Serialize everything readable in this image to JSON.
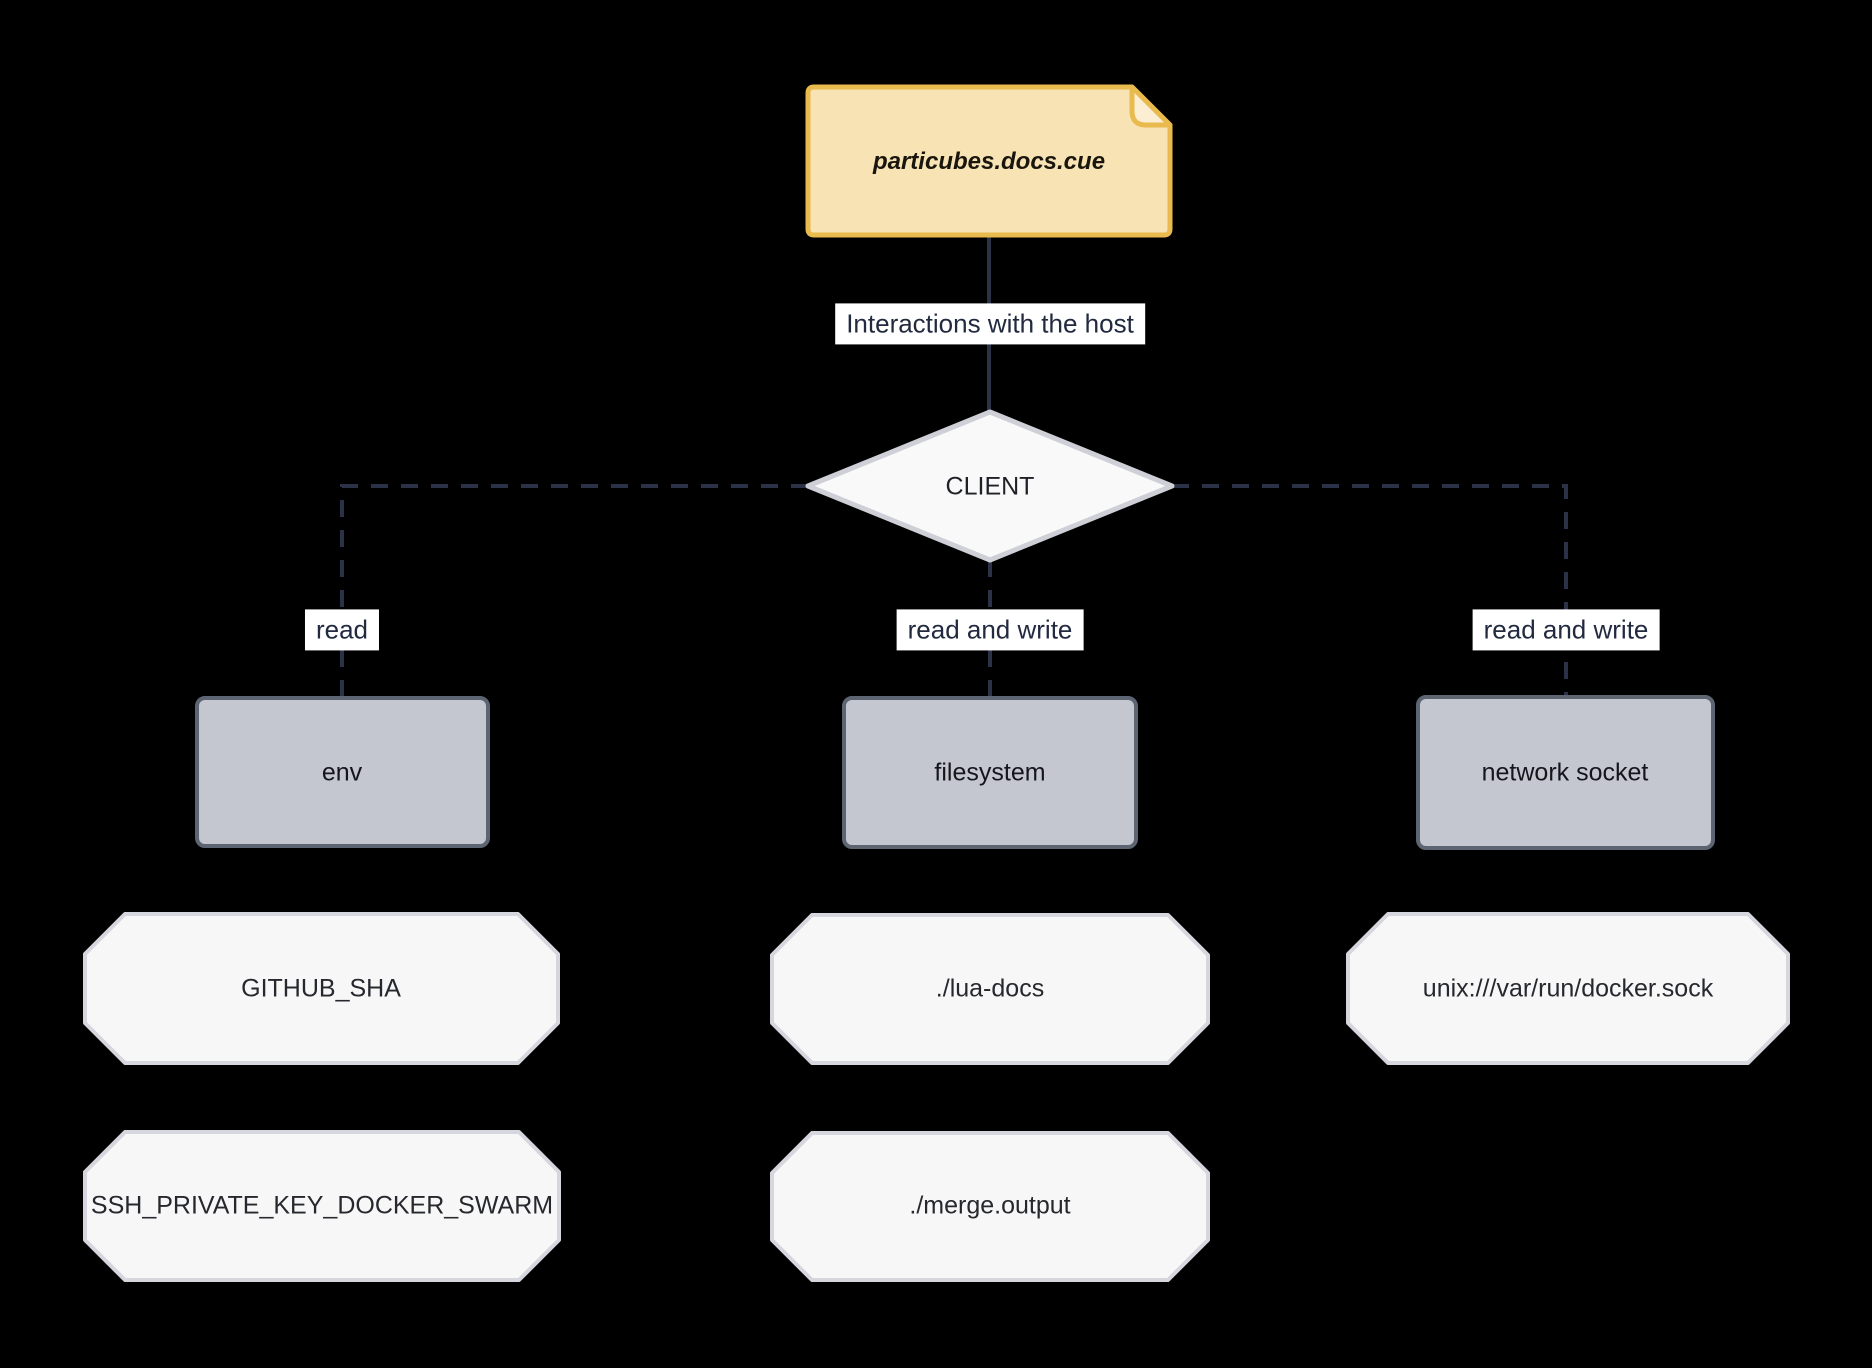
{
  "nodes": {
    "note": "particubes.docs.cue",
    "client": "CLIENT",
    "env": "env",
    "filesystem": "filesystem",
    "network_socket": "network socket",
    "github_sha": "GITHUB_SHA",
    "ssh_key": "SSH_PRIVATE_KEY_DOCKER_SWARM",
    "lua_docs": "./lua-docs",
    "merge_output": "./merge.output",
    "docker_sock": "unix:///var/run/docker.sock"
  },
  "edges": {
    "host_interactions": "Interactions with the host",
    "env_access": "read",
    "fs_access": "read and write",
    "net_access": "read and write"
  },
  "colors": {
    "background": "#000000",
    "edge_line": "#2B3247",
    "edge_label_bg": "#FFFFFF",
    "edge_label_text": "#222A40",
    "note_fill": "#F8E3B4",
    "note_border": "#E9BA4E",
    "note_fold_fill": "#FBEED2",
    "diamond_fill": "#F9F9FA",
    "diamond_border": "#CFD0D7",
    "box_fill": "#C4C7D0",
    "box_border": "#5D6573",
    "octagon_fill": "#F7F7F8",
    "octagon_border": "#D6D6DE"
  }
}
